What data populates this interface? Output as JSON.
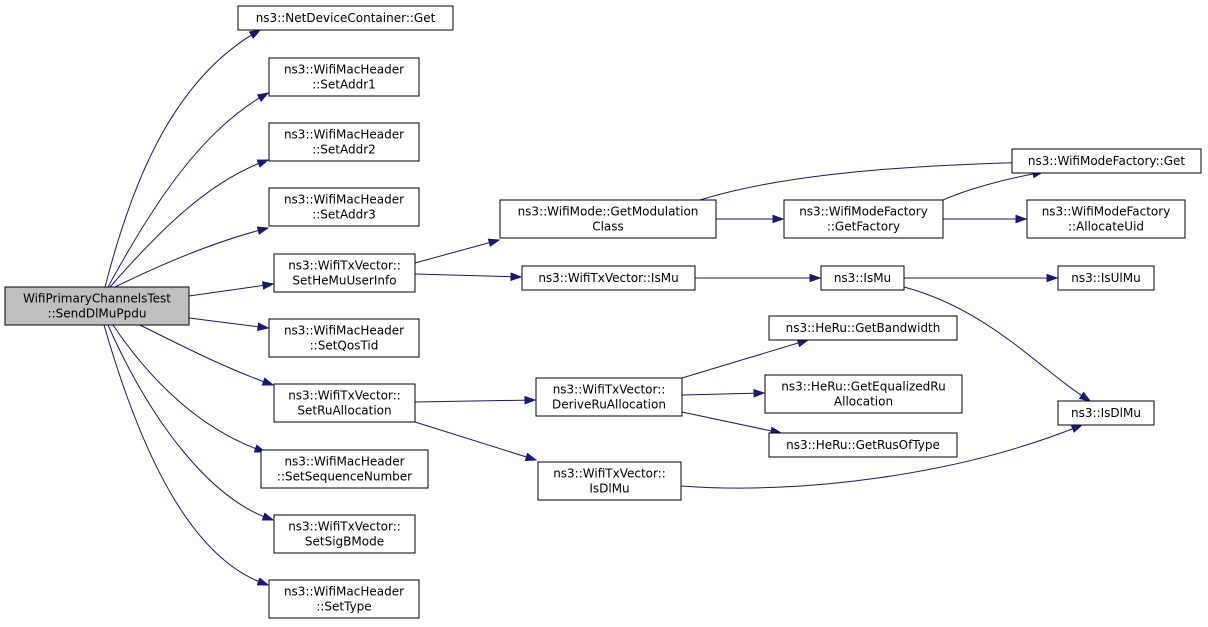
{
  "colors": {
    "edge": "#191970",
    "root_fill": "#bfbfbf",
    "node_fill": "#ffffff",
    "node_stroke": "#000000"
  },
  "nodes": {
    "root": [
      "WifiPrimaryChannelsTest",
      "::SendDlMuPpdu"
    ],
    "ndc_get": [
      "ns3::NetDeviceContainer::Get"
    ],
    "set_addr1": [
      "ns3::WifiMacHeader",
      "::SetAddr1"
    ],
    "set_addr2": [
      "ns3::WifiMacHeader",
      "::SetAddr2"
    ],
    "set_addr3": [
      "ns3::WifiMacHeader",
      "::SetAddr3"
    ],
    "set_he_mu_user_info": [
      "ns3::WifiTxVector::",
      "SetHeMuUserInfo"
    ],
    "set_qos_tid": [
      "ns3::WifiMacHeader",
      "::SetQosTid"
    ],
    "set_ru_allocation": [
      "ns3::WifiTxVector::",
      "SetRuAllocation"
    ],
    "set_sequence_number": [
      "ns3::WifiMacHeader",
      "::SetSequenceNumber"
    ],
    "set_sigb_mode": [
      "ns3::WifiTxVector::",
      "SetSigBMode"
    ],
    "set_type": [
      "ns3::WifiMacHeader",
      "::SetType"
    ],
    "get_modulation_class": [
      "ns3::WifiMode::GetModulation",
      "Class"
    ],
    "txv_is_mu": [
      "ns3::WifiTxVector::IsMu"
    ],
    "derive_ru_allocation": [
      "ns3::WifiTxVector::",
      "DeriveRuAllocation"
    ],
    "txv_is_dl_mu": [
      "ns3::WifiTxVector::",
      "IsDlMu"
    ],
    "wmf_get": [
      "ns3::WifiModeFactory::Get"
    ],
    "wmf_get_factory": [
      "ns3::WifiModeFactory",
      "::GetFactory"
    ],
    "wmf_allocate_uid": [
      "ns3::WifiModeFactory",
      "::AllocateUid"
    ],
    "is_mu": [
      "ns3::IsMu"
    ],
    "is_ul_mu": [
      "ns3::IsUlMu"
    ],
    "is_dl_mu": [
      "ns3::IsDlMu"
    ],
    "heru_get_bandwidth": [
      "ns3::HeRu::GetBandwidth"
    ],
    "heru_get_equalized": [
      "ns3::HeRu::GetEqualizedRu",
      "Allocation"
    ],
    "heru_get_rus_of_type": [
      "ns3::HeRu::GetRusOfType"
    ]
  },
  "edges": [
    [
      "root",
      "ndc_get"
    ],
    [
      "root",
      "set_addr1"
    ],
    [
      "root",
      "set_addr2"
    ],
    [
      "root",
      "set_addr3"
    ],
    [
      "root",
      "set_he_mu_user_info"
    ],
    [
      "root",
      "set_qos_tid"
    ],
    [
      "root",
      "set_ru_allocation"
    ],
    [
      "root",
      "set_sequence_number"
    ],
    [
      "root",
      "set_sigb_mode"
    ],
    [
      "root",
      "set_type"
    ],
    [
      "set_he_mu_user_info",
      "get_modulation_class"
    ],
    [
      "set_he_mu_user_info",
      "txv_is_mu"
    ],
    [
      "get_modulation_class",
      "wmf_get"
    ],
    [
      "get_modulation_class",
      "wmf_get_factory"
    ],
    [
      "wmf_get_factory",
      "wmf_get"
    ],
    [
      "wmf_get_factory",
      "wmf_allocate_uid"
    ],
    [
      "txv_is_mu",
      "is_mu"
    ],
    [
      "is_mu",
      "is_ul_mu"
    ],
    [
      "is_mu",
      "is_dl_mu"
    ],
    [
      "set_ru_allocation",
      "derive_ru_allocation"
    ],
    [
      "set_ru_allocation",
      "txv_is_dl_mu"
    ],
    [
      "derive_ru_allocation",
      "heru_get_bandwidth"
    ],
    [
      "derive_ru_allocation",
      "heru_get_equalized"
    ],
    [
      "derive_ru_allocation",
      "heru_get_rus_of_type"
    ],
    [
      "txv_is_dl_mu",
      "is_dl_mu"
    ]
  ]
}
